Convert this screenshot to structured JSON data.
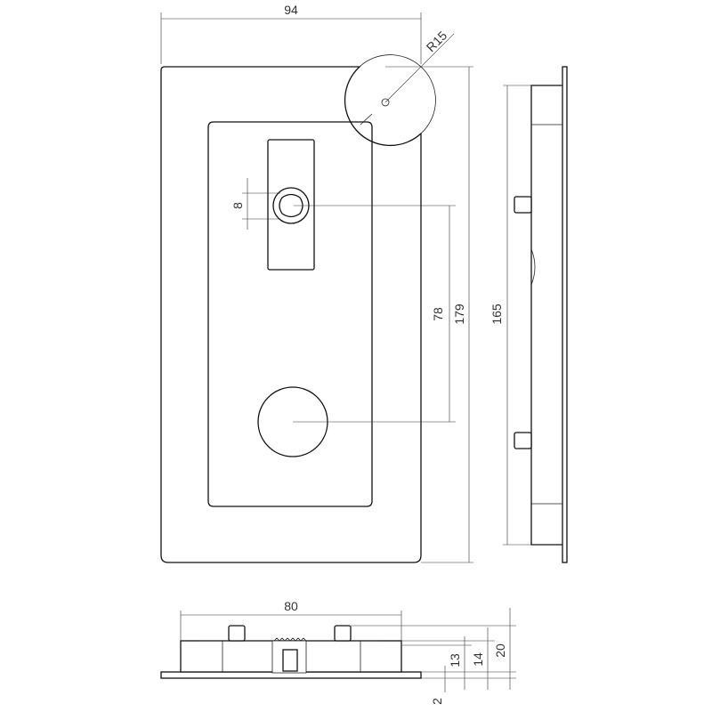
{
  "dimensions": {
    "front_width": "94",
    "radius": "R15",
    "hole_size": "8",
    "hole_spacing": "78",
    "front_height": "179",
    "side_height": "165",
    "bottom_width": "80",
    "height_20": "20",
    "height_14": "14",
    "height_13": "13",
    "plate_2": "2"
  }
}
